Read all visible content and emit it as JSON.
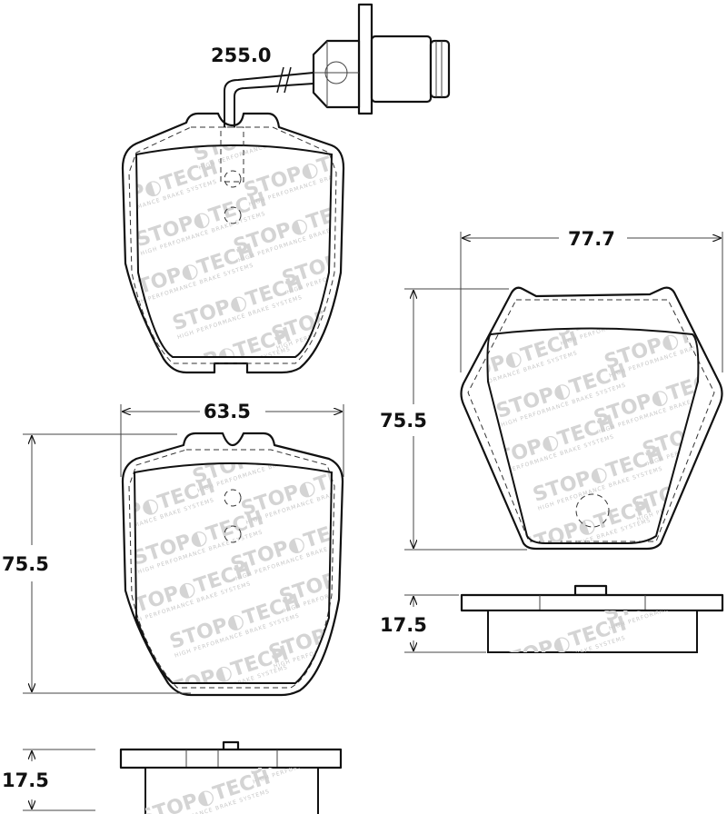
{
  "dimensions": {
    "wire_length": "255.0",
    "left_pad_width": "63.5",
    "left_pad_height": "75.5",
    "left_pad_thickness": "17.5",
    "right_pad_width": "77.7",
    "right_pad_height": "75.5",
    "right_pad_thickness": "17.5"
  },
  "watermark": {
    "brand": "STOPTECH",
    "tagline": "HIGH PERFORMANCE BRAKE SYSTEMS"
  },
  "colors": {
    "line": "#111111",
    "watermark": "#d4d4d4"
  }
}
